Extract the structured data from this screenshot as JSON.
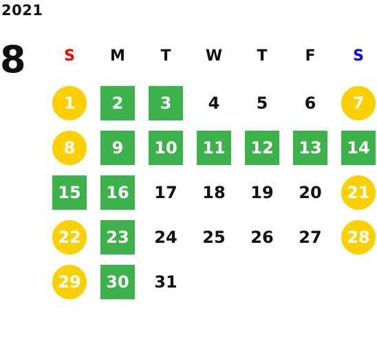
{
  "calendar": {
    "year": "2021",
    "month": "8",
    "weekdays": [
      {
        "label": "S",
        "color": "#ff0000"
      },
      {
        "label": "M",
        "color": "#111111"
      },
      {
        "label": "T",
        "color": "#111111"
      },
      {
        "label": "W",
        "color": "#111111"
      },
      {
        "label": "T",
        "color": "#111111"
      },
      {
        "label": "F",
        "color": "#111111"
      },
      {
        "label": "S",
        "color": "#0000ff"
      }
    ],
    "colors": {
      "holiday_circle": "#fbd000",
      "highlight_square": "#3db24b"
    },
    "weeks": [
      [
        {
          "day": "1",
          "style": "yellow"
        },
        {
          "day": "2",
          "style": "green"
        },
        {
          "day": "3",
          "style": "green"
        },
        {
          "day": "4",
          "style": "plain"
        },
        {
          "day": "5",
          "style": "plain"
        },
        {
          "day": "6",
          "style": "plain"
        },
        {
          "day": "7",
          "style": "yellow"
        }
      ],
      [
        {
          "day": "8",
          "style": "yellow"
        },
        {
          "day": "9",
          "style": "green"
        },
        {
          "day": "10",
          "style": "green"
        },
        {
          "day": "11",
          "style": "green"
        },
        {
          "day": "12",
          "style": "green"
        },
        {
          "day": "13",
          "style": "green"
        },
        {
          "day": "14",
          "style": "green"
        }
      ],
      [
        {
          "day": "15",
          "style": "green"
        },
        {
          "day": "16",
          "style": "green"
        },
        {
          "day": "17",
          "style": "plain"
        },
        {
          "day": "18",
          "style": "plain"
        },
        {
          "day": "19",
          "style": "plain"
        },
        {
          "day": "20",
          "style": "plain"
        },
        {
          "day": "21",
          "style": "yellow"
        }
      ],
      [
        {
          "day": "22",
          "style": "yellow"
        },
        {
          "day": "23",
          "style": "green"
        },
        {
          "day": "24",
          "style": "plain"
        },
        {
          "day": "25",
          "style": "plain"
        },
        {
          "day": "26",
          "style": "plain"
        },
        {
          "day": "27",
          "style": "plain"
        },
        {
          "day": "28",
          "style": "yellow"
        }
      ],
      [
        {
          "day": "29",
          "style": "yellow"
        },
        {
          "day": "30",
          "style": "green"
        },
        {
          "day": "31",
          "style": "plain"
        }
      ]
    ]
  }
}
